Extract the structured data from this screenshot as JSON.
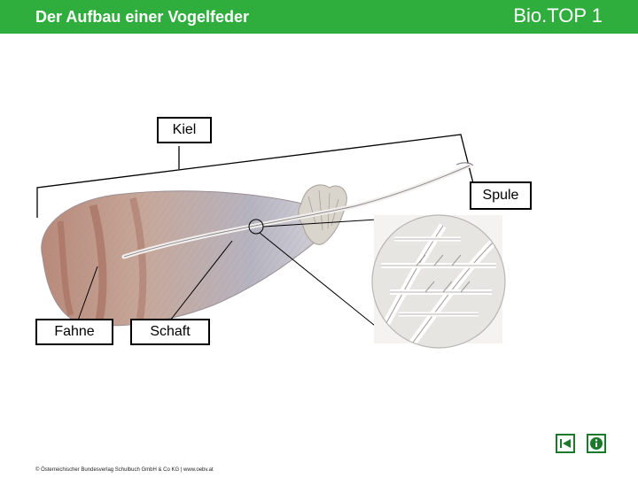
{
  "header": {
    "title": "Der Aufbau einer Vogelfeder",
    "brand": "Bio.TOP 1"
  },
  "labels": {
    "kiel": "Kiel",
    "spule": "Spule",
    "fahne": "Fahne",
    "schaft": "Schaft"
  },
  "footer": {
    "copyright": "© Österreichischer Bundesverlag Schulbuch GmbH & Co KG | www.oebv.at"
  },
  "colors": {
    "header_bg": "#2fae3e",
    "nav_green": "#1a7a2a"
  },
  "nav": {
    "back_icon": "back-arrow-icon",
    "info_icon": "info-icon"
  }
}
